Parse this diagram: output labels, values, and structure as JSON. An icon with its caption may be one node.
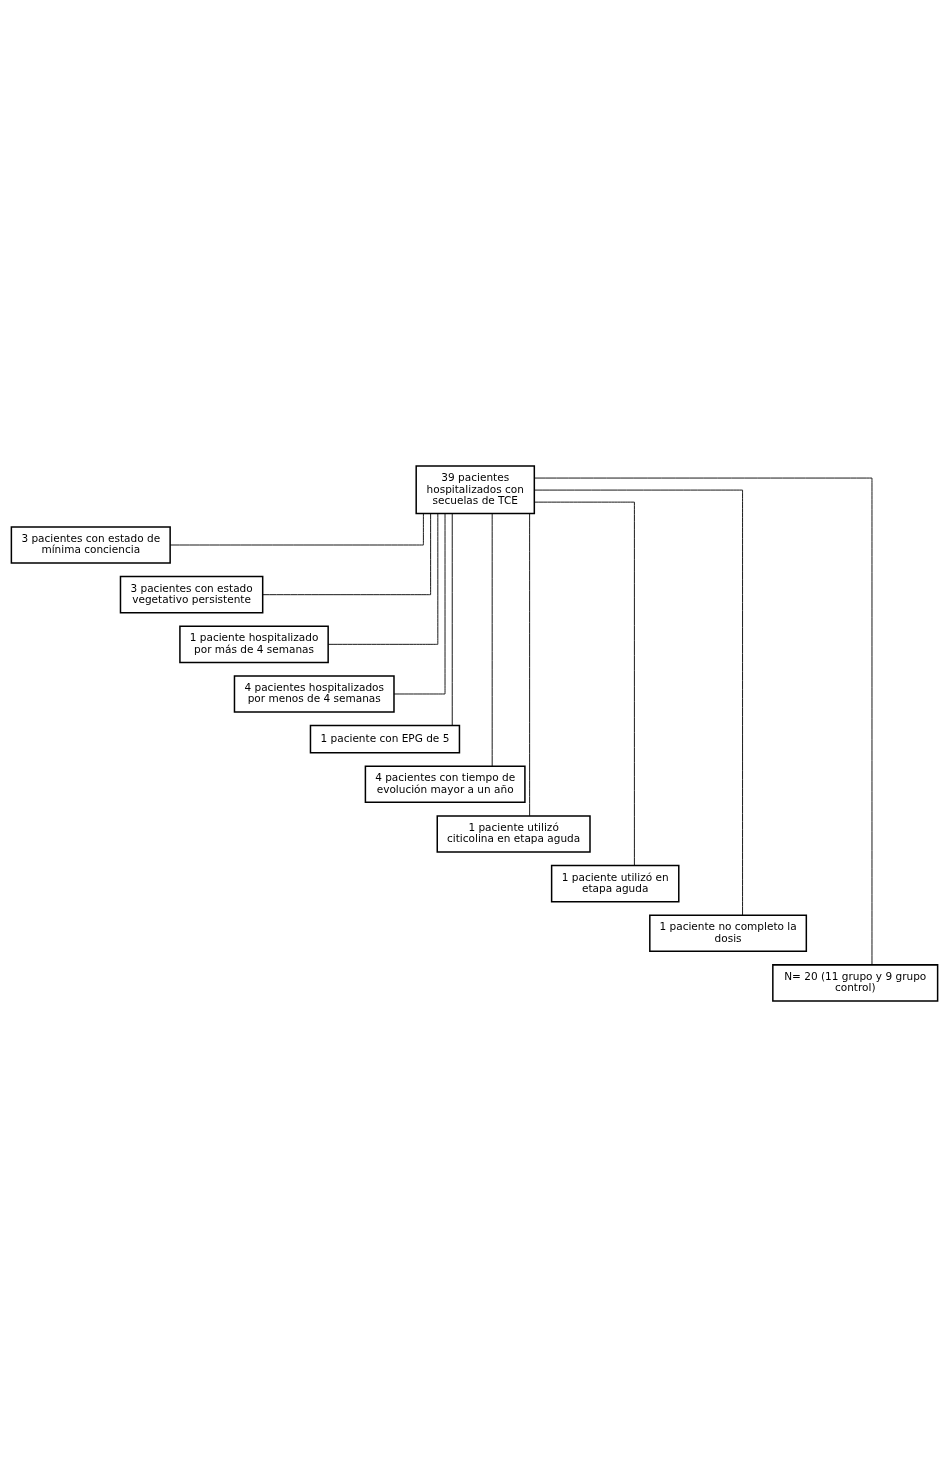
{
  "diagram": {
    "nodes": [
      {
        "text": [
          "39 pacientes hospitalizados con secuelas de TCE"
        ]
      },
      {
        "text": [
          "3 pacientes con estado de mínima conciencia"
        ]
      },
      {
        "text": [
          "3 pacientes con estado vegetativo persistente"
        ]
      },
      {
        "text": [
          "1 paciente hospitalizado por más de 4 semanas"
        ]
      },
      {
        "text": [
          "4 pacientes hospitalizados por menos de 4 semanas"
        ]
      },
      {
        "text": [
          "1 paciente con EPG de 5"
        ]
      },
      {
        "text": [
          "4 pacientes con tiempo de evolución mayor a un año"
        ]
      },
      {
        "text": [
          "1 paciente utilizó citicolina en etapa aguda"
        ]
      },
      {
        "text": [
          "1 paciente utilizó en etapa aguda"
        ]
      },
      {
        "text": [
          "1 paciente no completo la dosis"
        ]
      },
      {
        "text": [
          "N= 20 (11 grupo y 9 grupo control)"
        ]
      }
    ],
    "edges": [
      {
        "from": 0,
        "to": 1,
        "arrow": "none"
      },
      {
        "from": 0,
        "to": 2,
        "arrow": "none"
      },
      {
        "from": 0,
        "to": 3,
        "arrow": "none"
      },
      {
        "from": 0,
        "to": 4,
        "arrow": "none"
      },
      {
        "from": 0,
        "to": 5,
        "arrow": "none"
      },
      {
        "from": 0,
        "to": 6,
        "arrow": "none"
      },
      {
        "from": 0,
        "to": 7,
        "arrow": "none"
      },
      {
        "from": 0,
        "to": 8,
        "arrow": "none"
      },
      {
        "from": 0,
        "to": 9,
        "arrow": "none"
      },
      {
        "from": 0,
        "to": 10,
        "arrow": "none"
      }
    ]
  }
}
